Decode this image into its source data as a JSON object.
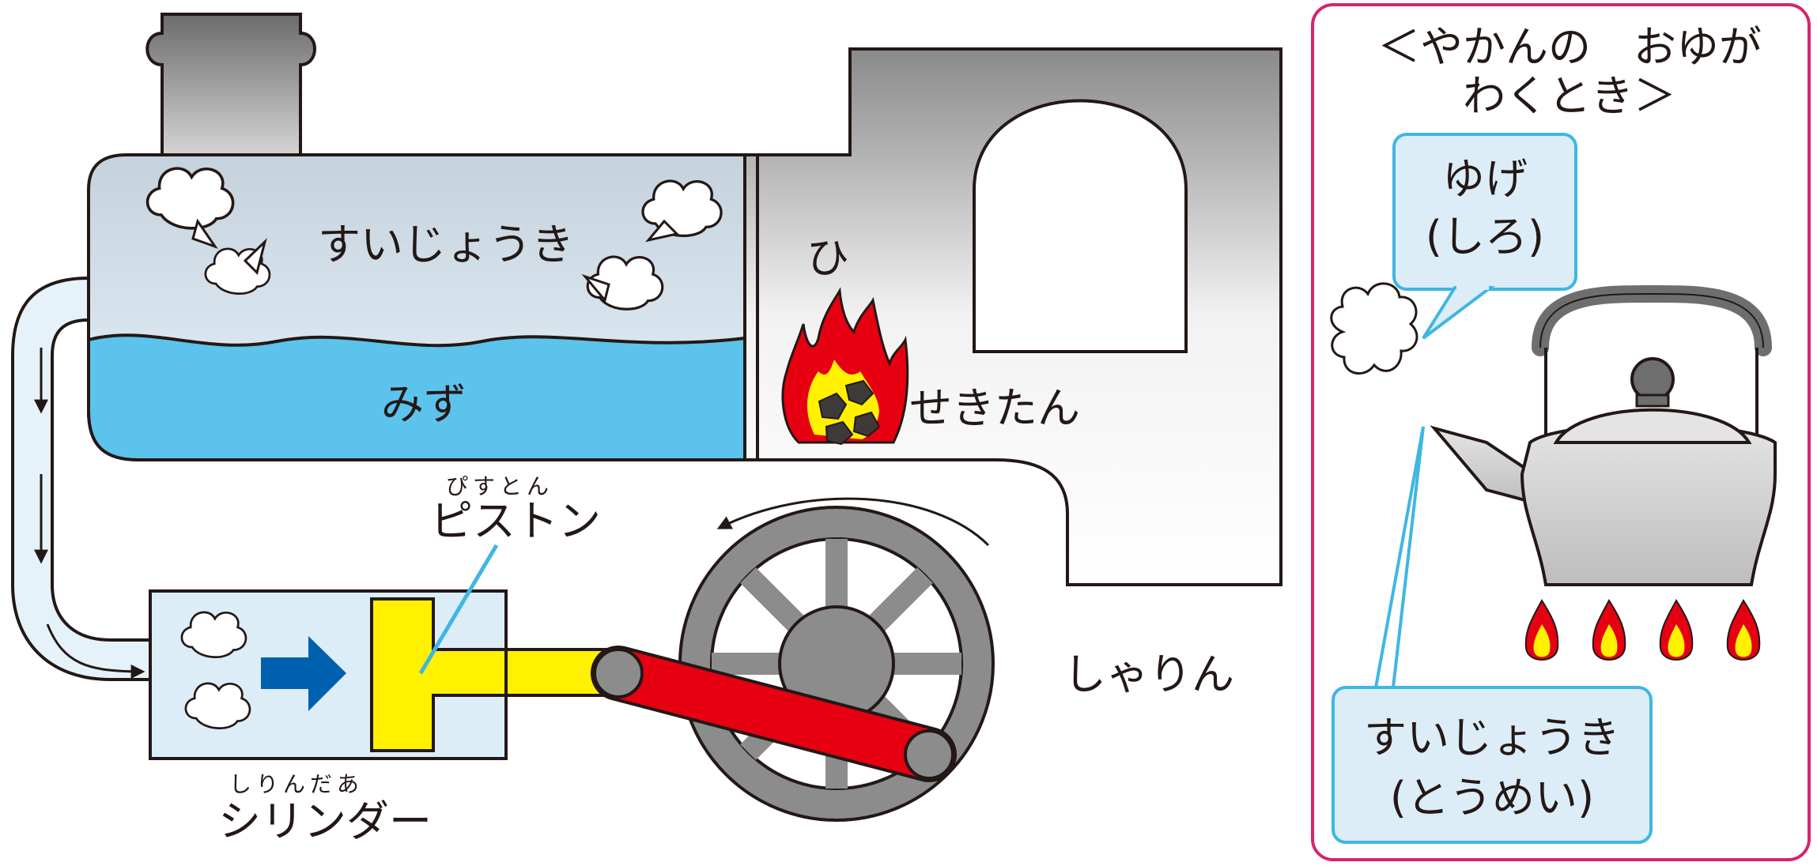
{
  "engine": {
    "steam_label": "すいじょうき",
    "water_label": "みず",
    "fire_label": "ひ",
    "coal_label": "せきたん",
    "piston_ruby": "ぴすとん",
    "piston_label": "ピストン",
    "cylinder_ruby": "しりんだあ",
    "cylinder_label": "シリンダー",
    "wheel_label": "しゃりん"
  },
  "kettle_panel": {
    "title_line1": "＜やかんの　おゆが",
    "title_line2": "わくとき＞",
    "vapor_line1": "ゆげ",
    "vapor_line2": "(しろ)",
    "steam_line1": "すいじょうき",
    "steam_line2": "(とうめい)"
  },
  "colors": {
    "steam_fill": "#dcedf8",
    "water_fill": "#5bc3ec",
    "piston_yellow": "#fff100",
    "rod_red": "#e60012",
    "arrow_blue": "#0060b0",
    "callout_border": "#3fb6e3",
    "panel_border": "#d6246e",
    "wheel_gray": "#8c8c8c"
  }
}
